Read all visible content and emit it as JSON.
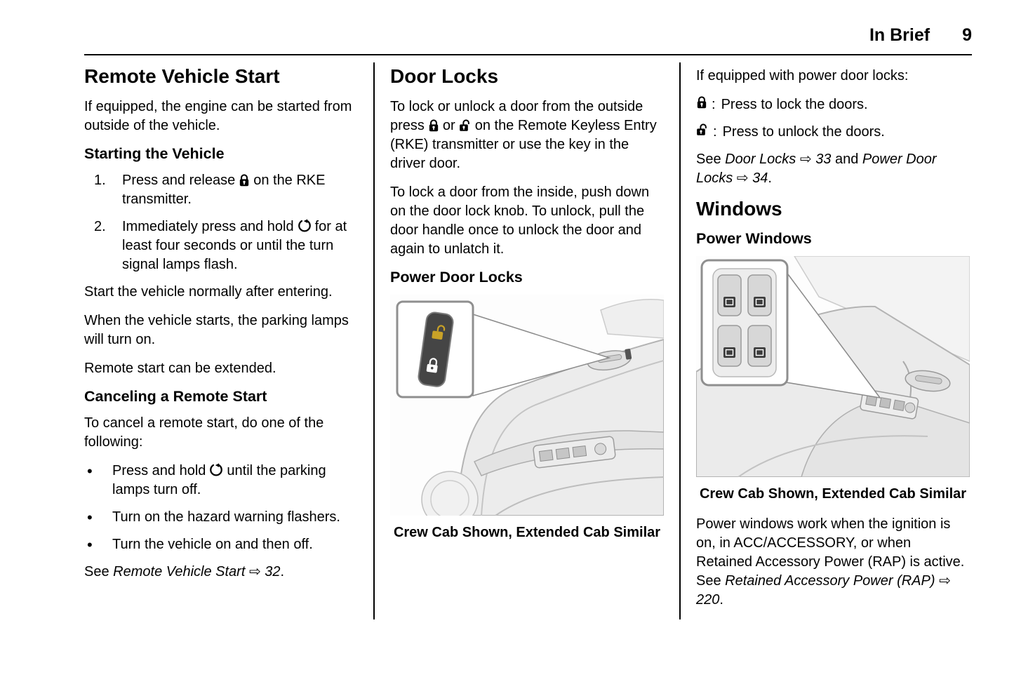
{
  "header": {
    "section": "In Brief",
    "page": "9"
  },
  "colors": {
    "text": "#000000",
    "background": "#ffffff",
    "rule": "#000000",
    "illustration_gray": "#ececec",
    "switch_dark": "#454545",
    "unlock_amber": "#c9a227"
  },
  "icons": {
    "lock": "lock-icon",
    "unlock": "unlock-icon",
    "remote_start": "remote-start-icon",
    "reference_arrow": "⇨"
  },
  "remote_vehicle_start": {
    "title": "Remote Vehicle Start",
    "intro": "If equipped, the engine can be started from outside of the vehicle.",
    "starting_heading": "Starting the Vehicle",
    "steps": [
      {
        "num": "1.",
        "pre": "Press and release",
        "post": "on the RKE transmitter."
      },
      {
        "num": "2.",
        "pre": "Immediately press and hold",
        "post": "for at least four seconds or until the turn signal lamps flash."
      }
    ],
    "after_steps": [
      "Start the vehicle normally after entering.",
      "When the vehicle starts, the parking lamps will turn on.",
      "Remote start can be extended."
    ],
    "cancel_heading": "Canceling a Remote Start",
    "cancel_intro": "To cancel a remote start, do one of the following:",
    "cancel_bullets": {
      "first_pre": "Press and hold",
      "first_post": "until the parking lamps turn off.",
      "second": "Turn on the hazard warning flashers.",
      "third": "Turn the vehicle on and then off."
    },
    "see": {
      "pre": "See ",
      "label": "Remote Vehicle Start",
      "arrow": " ⇨ ",
      "page": "32",
      "post": "."
    }
  },
  "door_locks": {
    "title": "Door Locks",
    "p1_pre": "To lock or unlock a door from the outside press",
    "p1_mid": "or",
    "p1_post": "on the Remote Keyless Entry (RKE) transmitter or use the key in the driver door.",
    "p2": "To lock a door from the inside, push down on the door lock knob. To unlock, pull the door handle once to unlock the door and again to unlatch it.",
    "power_heading": "Power Door Locks",
    "caption": "Crew Cab Shown, Extended Cab Similar"
  },
  "power_locks_info": {
    "intro": "If equipped with power door locks:",
    "lock_line": {
      "colon": ":",
      "text": "Press to lock the doors."
    },
    "unlock_line": {
      "colon": ":",
      "text": "Press to unlock the doors."
    },
    "see": {
      "pre": "See ",
      "label1": "Door Locks",
      "arrow1": " ⇨ ",
      "page1": "33",
      "mid": " and ",
      "label2": "Power Door Locks",
      "arrow2": " ⇨ ",
      "page2": "34",
      "post": "."
    }
  },
  "windows": {
    "title": "Windows",
    "power_heading": "Power Windows",
    "caption": "Crew Cab Shown, Extended Cab Similar",
    "body": {
      "pre": "Power windows work when the ignition is on, in ACC/ACCESSORY, or when Retained Accessory Power (RAP) is active. See ",
      "label": "Retained Accessory Power (RAP)",
      "arrow": " ⇨ ",
      "page": "220",
      "post": "."
    }
  }
}
